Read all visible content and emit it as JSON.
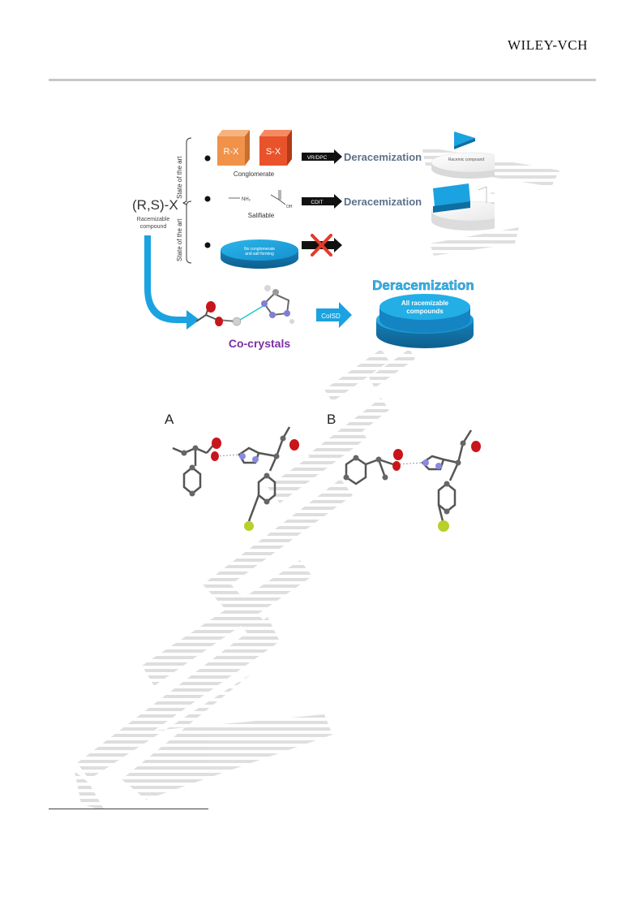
{
  "header": {
    "publisher": "WILEY-VCH"
  },
  "figure1": {
    "start_compound": "(R,S)-X",
    "start_label_line1": "Racemizable",
    "start_label_line2": "compound",
    "side_label": "State of the art",
    "row1": {
      "box_r": "R-X",
      "box_s": "S-X",
      "caption": "Conglomerate",
      "arrow_label": "VR/DPC",
      "result": "Deracemization",
      "pie_label": "Racemic compound"
    },
    "row2": {
      "nh2": "NH₂",
      "oh": "OH",
      "caption": "Salifiable",
      "arrow_label": "CDIT",
      "result": "Deracemization"
    },
    "row3": {
      "pie_line1": "No conglomerate",
      "pie_line2": "and salt forming"
    },
    "bottom": {
      "cocrystals": "Co-crystals",
      "arrow_label": "CoISD",
      "result": "Deracemization",
      "pie_line1": "All racemizable",
      "pie_line2": "compounds"
    },
    "colors": {
      "accent": "#1aa3e0",
      "result_text": "#5d7189",
      "purple": "#7b2fa3",
      "orange": "#f0924a",
      "red_orange": "#e8532b"
    }
  },
  "figure2": {
    "panel_a": "A",
    "panel_b": "B"
  },
  "icons": [
    "wiley-watermark",
    "red-cross-icon",
    "arrow-icon"
  ]
}
